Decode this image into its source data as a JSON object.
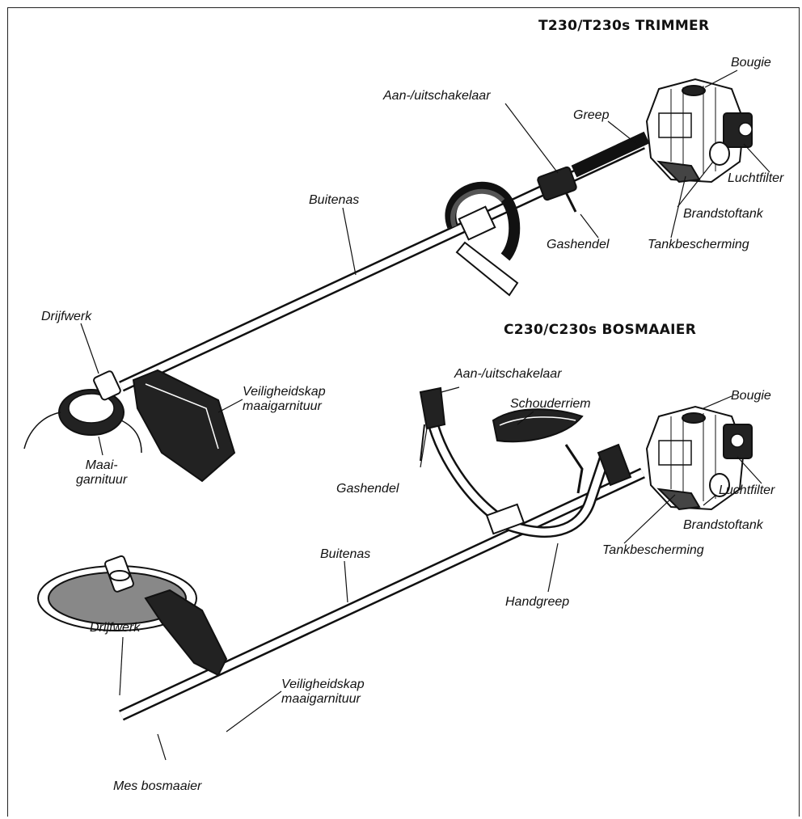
{
  "trimmer": {
    "title": "T230/T230s TRIMMER",
    "labels": {
      "bougie": "Bougie",
      "aan_uit": "Aan-/uitschakelaar",
      "greep": "Greep",
      "luchtfilter": "Luchtfilter",
      "buitenas": "Buitenas",
      "brandstoftank": "Brandstoftank",
      "gashendel": "Gashendel",
      "tankbescherming": "Tankbescherming",
      "drijfwerk": "Drijfwerk",
      "veiligheidskap_1": "Veiligheidskap",
      "veiligheidskap_2": "maaigarnituur",
      "maai_1": "Maai-",
      "maai_2": "garnituur"
    }
  },
  "bosmaaier": {
    "title": "C230/C230s BOSMAAIER",
    "labels": {
      "aan_uit": "Aan-/uitschakelaar",
      "bougie": "Bougie",
      "schouderriem": "Schouderriem",
      "gashendel": "Gashendel",
      "luchtfilter": "Luchtfilter",
      "brandstoftank": "Brandstoftank",
      "buitenas": "Buitenas",
      "tankbescherming": "Tankbescherming",
      "handgreep": "Handgreep",
      "drijfwerk": "Drijfwerk",
      "veiligheidskap_1": "Veiligheidskap",
      "veiligheidskap_2": "maaigarnituur",
      "mes": "Mes bosmaaier"
    }
  }
}
